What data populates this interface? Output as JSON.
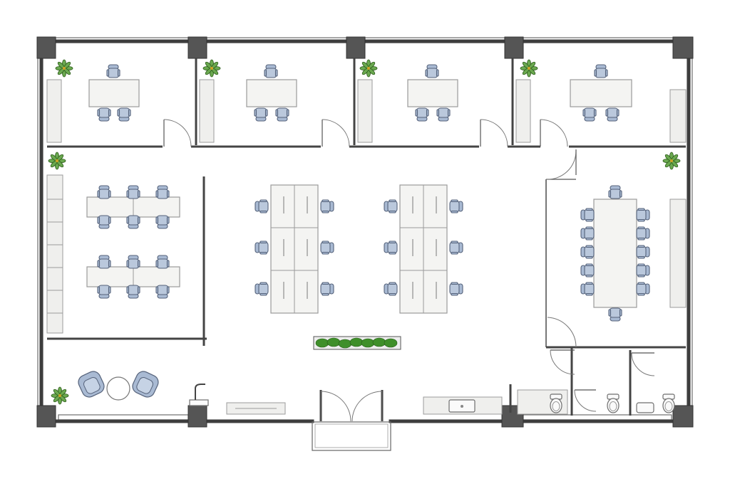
{
  "drawing": {
    "kind": "office floor plan (top view)",
    "colors": {
      "wall": "#3d3d3d",
      "column": "#555555",
      "chair": "#bac8dc",
      "desk": "#f4f4f2",
      "plant": "#5e9a3e",
      "planter": "#3f8f2a"
    }
  },
  "rooms": [
    {
      "name": "private-office-1",
      "desk_count": 1,
      "chair_count": 3
    },
    {
      "name": "private-office-2",
      "desk_count": 1,
      "chair_count": 3
    },
    {
      "name": "private-office-3",
      "desk_count": 1,
      "chair_count": 3
    },
    {
      "name": "private-office-4",
      "desk_count": 1,
      "chair_count": 3
    },
    {
      "name": "training-area",
      "table_count": 2,
      "chair_count": 12
    },
    {
      "name": "open-workstations-a",
      "desk_count": 6,
      "chair_count": 6
    },
    {
      "name": "open-workstations-b",
      "desk_count": 6,
      "chair_count": 6
    },
    {
      "name": "conference-room",
      "table_count": 1,
      "chair_count": 12
    },
    {
      "name": "lounge",
      "armchair_count": 2,
      "side_table_count": 1
    },
    {
      "name": "pantry",
      "sink_count": 1
    },
    {
      "name": "restroom-1",
      "toilet_count": 1
    },
    {
      "name": "restroom-2",
      "toilet_count": 1
    },
    {
      "name": "restroom-3",
      "toilet_count": 1,
      "sink_count": 1
    }
  ],
  "entrance": {
    "type": "double-door"
  },
  "plants": {
    "icon": "plant-icon",
    "potted_count": 7,
    "planter_count": 1
  }
}
